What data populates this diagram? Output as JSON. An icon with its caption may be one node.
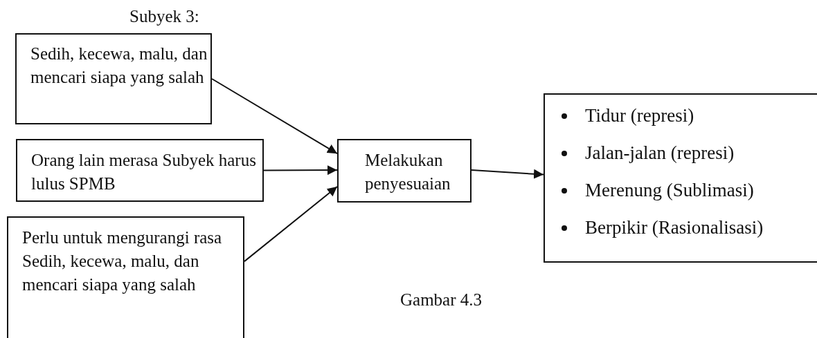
{
  "diagram": {
    "caption": "Gambar 4.3",
    "nodes": [
      {
        "text": [
          "Sedih, kecewa, malu, dan mencari siapa yang salah"
        ]
      },
      {
        "text": [
          "Orang lain merasa Subyek harus lulus SPMB"
        ]
      },
      {
        "text": [
          "Perlu untuk mengurangi rasa Sedih, kecewa, malu, dan mencari siapa yang salah"
        ]
      },
      {
        "text": [
          "Melakukan penyesuaian"
        ]
      },
      {
        "text": [
          "Tidur (represi)",
          "Jalan-jalan (represi)",
          "Merenung (Sublimasi)",
          "Berpikir (Rasionalisasi)"
        ]
      }
    ],
    "edges": [
      {
        "from": 0,
        "to": 3,
        "arrow": "to"
      },
      {
        "from": 1,
        "to": 3,
        "arrow": "to"
      },
      {
        "from": 2,
        "to": 3,
        "arrow": "to"
      },
      {
        "from": 3,
        "to": 4,
        "arrow": "to"
      }
    ],
    "labels": [
      "Subyek 3:"
    ]
  }
}
